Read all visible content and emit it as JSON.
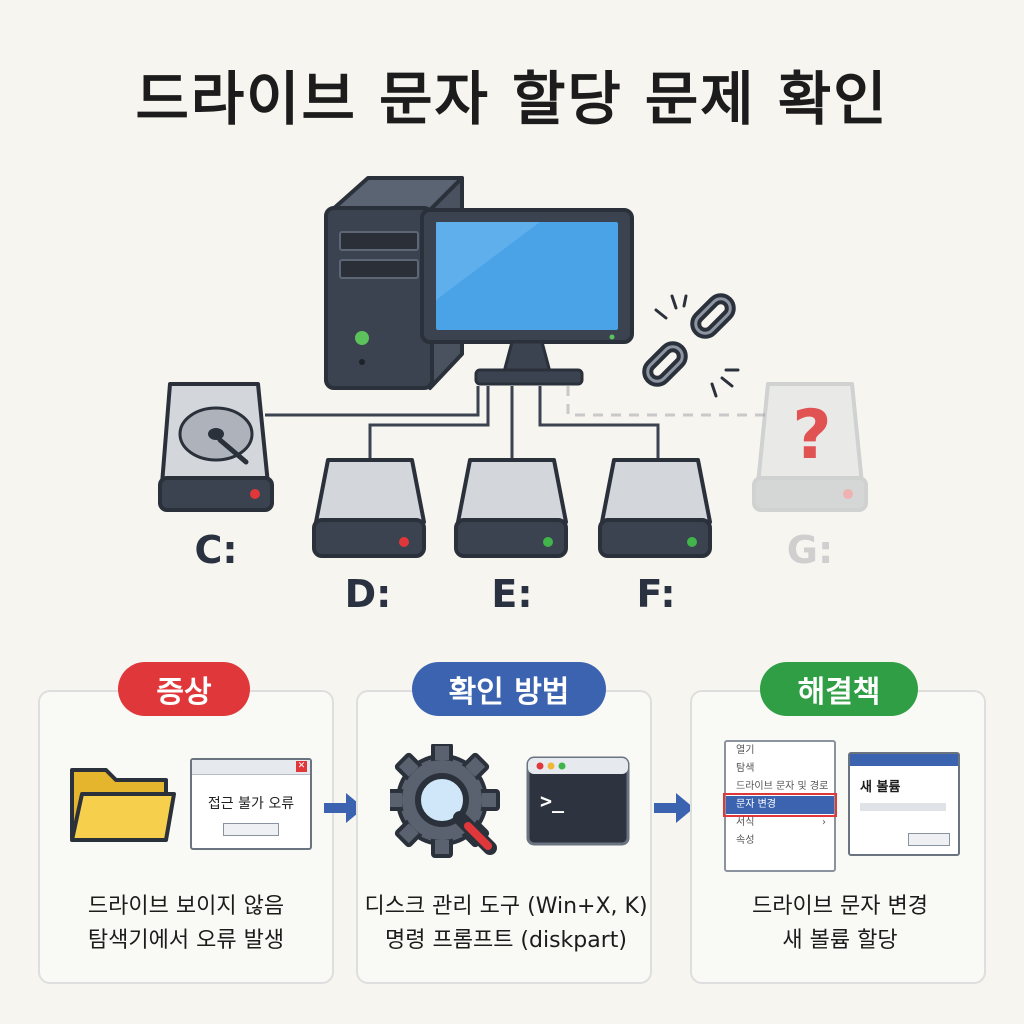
{
  "title": "드라이브 문자 할당 문제 확인",
  "drives": [
    {
      "letter": "C:",
      "led": "#e0383a"
    },
    {
      "letter": "D:",
      "led": "#e0383a"
    },
    {
      "letter": "E:",
      "led": "#3fb54a"
    },
    {
      "letter": "F:",
      "led": "#3fb54a"
    },
    {
      "letter": "G:",
      "led": "#e0383a",
      "status": "?"
    }
  ],
  "panels": {
    "symptom": {
      "badge": "증상",
      "dialog_text": "접근 불가 오류",
      "lines": [
        "드라이브 보이지 않음",
        "탐색기에서 오류 발생"
      ]
    },
    "check": {
      "badge": "확인 방법",
      "terminal_prompt": ">_",
      "lines": [
        "디스크 관리 도구 (Win+X, K)",
        "명령 프롬프트 (diskpart)"
      ]
    },
    "solution": {
      "badge": "해결책",
      "menu_items": [
        "열기",
        "탐색",
        "드라이브 문자 및 경로 변경",
        "문자 변경",
        "서식",
        "속성"
      ],
      "dialog_title": "새 볼륨",
      "lines": [
        "드라이브 문자 변경",
        "새 볼륨 할당"
      ]
    }
  },
  "colors": {
    "symptom": "#e0383a",
    "check": "#3c63b0",
    "solution": "#2f9e44",
    "screen": "#4aa3e6",
    "device": "#3b4350"
  }
}
